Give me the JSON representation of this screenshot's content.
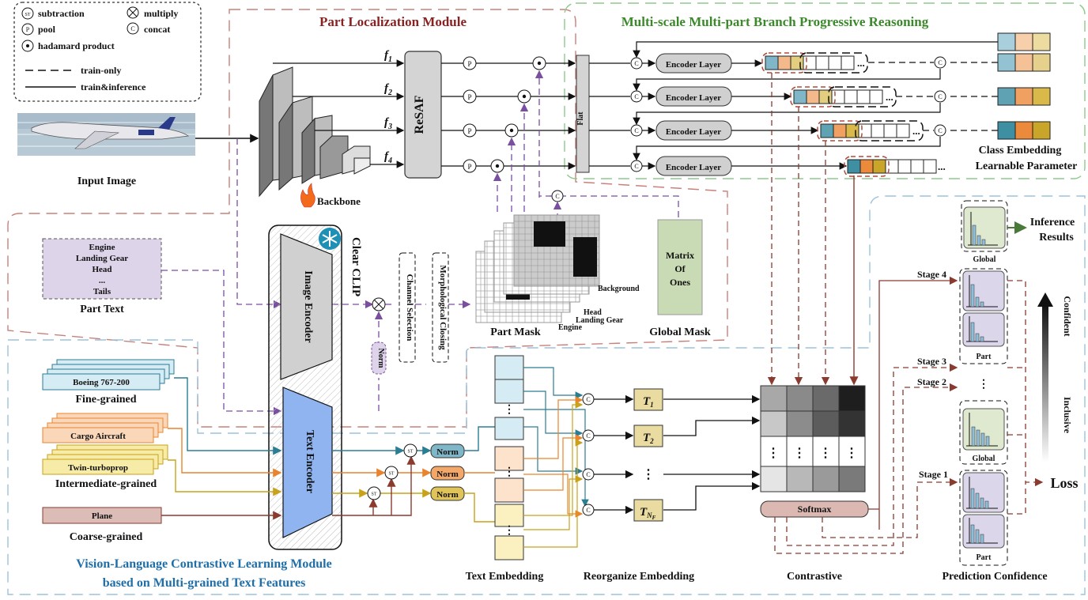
{
  "legend": {
    "subtraction": "subtraction",
    "multiply": "multiply",
    "pool": "pool",
    "concat": "concat",
    "hadamard": "hadamard product",
    "train_only": "train-only",
    "train_inference": "train&inference",
    "sym_st": "ST",
    "sym_p": "P",
    "sym_c": "C"
  },
  "modules": {
    "part_localization": "Part Localization Module",
    "multiscale": "Multi-scale Multi-part Branch Progressive Reasoning",
    "vl_line1": "Vision-Language Contrastive Learning Module",
    "vl_line2": "based on Multi-grained Text Features"
  },
  "labels": {
    "input_image": "Input Image",
    "backbone": "Backbone",
    "resaf": "ReSAF",
    "flat": "Flat",
    "encoder_layer": "Encoder Layer",
    "class_emb1": "Class Embedding",
    "class_emb2": "Learnable Parameter",
    "clear_clip": "Clear CLIP",
    "image_encoder": "Image Encoder",
    "text_encoder": "Text Encoder",
    "norm": "Norm",
    "channel_selection": "Channel Selection",
    "morph_closing": "Morphological Closing",
    "part_mask": "Part Mask",
    "global_mask": "Global Mask",
    "matrix1": "Matrix",
    "matrix2": "Of",
    "matrix3": "Ones",
    "part_text": "Part Text",
    "mask_bg": "Background",
    "mask_head": "Head",
    "mask_lg": "Landing Gear",
    "mask_engine": "Engine",
    "fine": "Fine-grained",
    "intermediate": "Intermediate-grained",
    "coarse": "Coarse-grained",
    "text_embedding": "Text Embedding",
    "reorganize": "Reorganize Embedding",
    "contrastive": "Contrastive",
    "softmax": "Softmax",
    "prediction_confidence": "Prediction Confidence",
    "inference_results1": "Inference",
    "inference_results2": "Results",
    "loss": "Loss",
    "confident": "Confident",
    "inclusive": "Inclusive",
    "global": "Global",
    "part": "Part",
    "stage1": "Stage 1",
    "stage2": "Stage 2",
    "stage3": "Stage 3",
    "stage4": "Stage 4",
    "t1": "T",
    "t1_sub": "1",
    "t2": "T",
    "t2_sub": "2",
    "tn": "T",
    "tn_sub": "N",
    "tn_subsub": "F",
    "f1": "f",
    "f1_sub": "1",
    "f2": "f",
    "f2_sub": "2",
    "f3": "f",
    "f3_sub": "3",
    "f4": "f",
    "f4_sub": "4",
    "dots": "...",
    "vdots": "⋮"
  },
  "part_text_items": [
    "Engine",
    "Landing Gear",
    "Head",
    "...",
    "Tails"
  ],
  "fine_text": "Boeing 767-200",
  "intermediate_texts": [
    "Cargo Aircraft",
    "Twin-turboprop"
  ],
  "coarse_text": "Plane",
  "colors": {
    "blue": "#2b7d94",
    "orange": "#e9842e",
    "yellow": "#c8a21a",
    "brown": "#8b3a2f",
    "purple": "#7b4fa0",
    "red_border": "#c9817a",
    "green_border": "#8fc98f",
    "blue_border": "#9bc3dc"
  }
}
